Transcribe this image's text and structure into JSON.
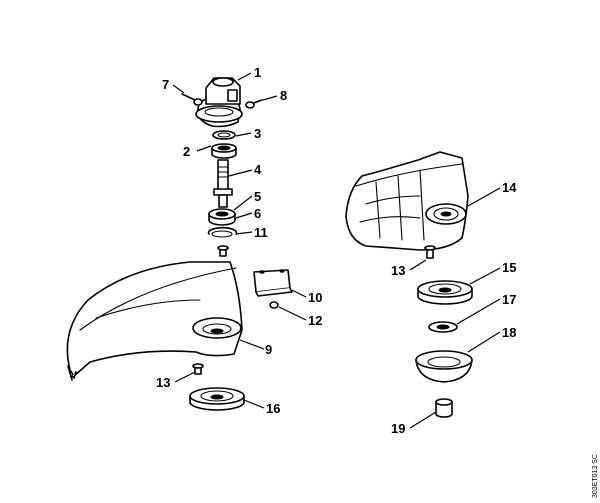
{
  "callouts": {
    "c1": "1",
    "c2": "2",
    "c3": "3",
    "c4": "4",
    "c5": "5",
    "c6": "6",
    "c7": "7",
    "c8": "8",
    "c9": "9",
    "c10": "10",
    "c11": "11",
    "c12": "12",
    "c13a": "13",
    "c13b": "13",
    "c14": "14",
    "c15": "15",
    "c16": "16",
    "c17": "17",
    "c18": "18",
    "c19": "19"
  },
  "reference_code": "303ET013 SC"
}
